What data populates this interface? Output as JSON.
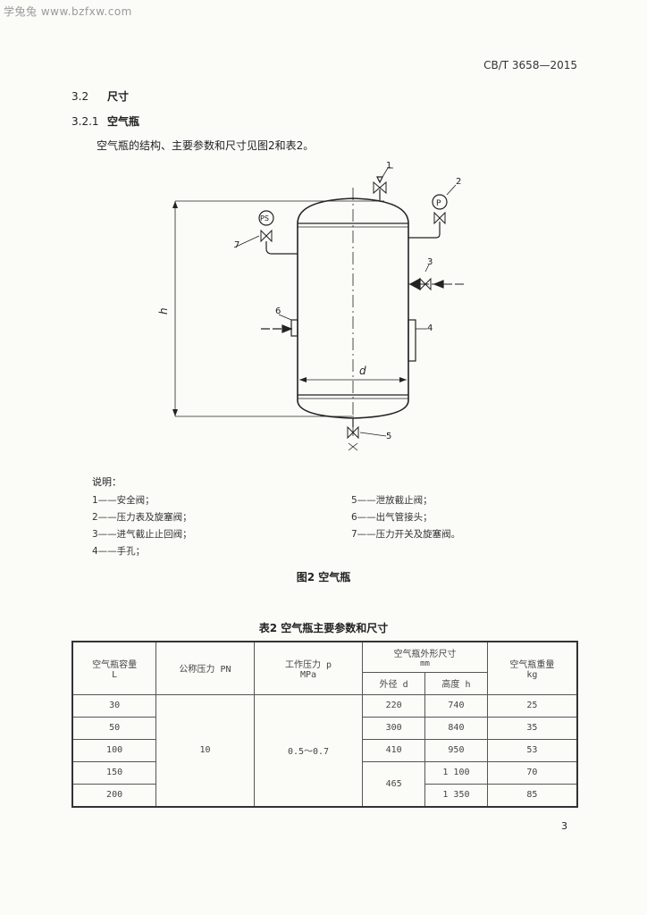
{
  "watermark": "学兔兔 www.bzfxw.com",
  "standard_number": "CB/T 3658—2015",
  "section": {
    "number": "3.2",
    "title": "尺寸"
  },
  "subsection": {
    "number": "3.2.1",
    "title": "空气瓶"
  },
  "paragraph": "空气瓶的结构、主要参数和尺寸见图2和表2。",
  "figure": {
    "dimension_h": "h",
    "dimension_d": "d",
    "callouts": [
      "1",
      "2",
      "3",
      "4",
      "5",
      "6",
      "7"
    ],
    "gauge_ps": "PS",
    "gauge_p": "P"
  },
  "notes": {
    "title": "说明：",
    "items": [
      "1——安全阀；",
      "2——压力表及旋塞阀；",
      "3——进气截止止回阀；",
      "4——手孔；",
      "5——泄放截止阀；",
      "6——出气管接头；",
      "7——压力开关及旋塞阀。"
    ]
  },
  "figure_caption": "图2  空气瓶",
  "table_caption": "表2  空气瓶主要参数和尺寸",
  "table": {
    "headers": {
      "capacity": "空气瓶容量",
      "capacity_unit": "L",
      "pn": "公称压力 PN",
      "work_pressure": "工作压力 p",
      "work_pressure_unit": "MPa",
      "dims": "空气瓶外形尺寸",
      "dims_unit": "mm",
      "outer_d": "外径 d",
      "height_h": "高度 h",
      "weight": "空气瓶重量",
      "weight_unit": "kg"
    },
    "pn_value": "10",
    "pressure_value": "0.5～0.7",
    "rows": [
      {
        "capacity": "30",
        "d": "220",
        "h": "740",
        "weight": "25"
      },
      {
        "capacity": "50",
        "d": "300",
        "h": "840",
        "weight": "35"
      },
      {
        "capacity": "100",
        "d": "410",
        "h": "950",
        "weight": "53"
      },
      {
        "capacity": "150",
        "d": "465",
        "h": "1 100",
        "weight": "70"
      },
      {
        "capacity": "200",
        "d": "",
        "h": "1 350",
        "weight": "85"
      }
    ]
  },
  "page_number": "3"
}
